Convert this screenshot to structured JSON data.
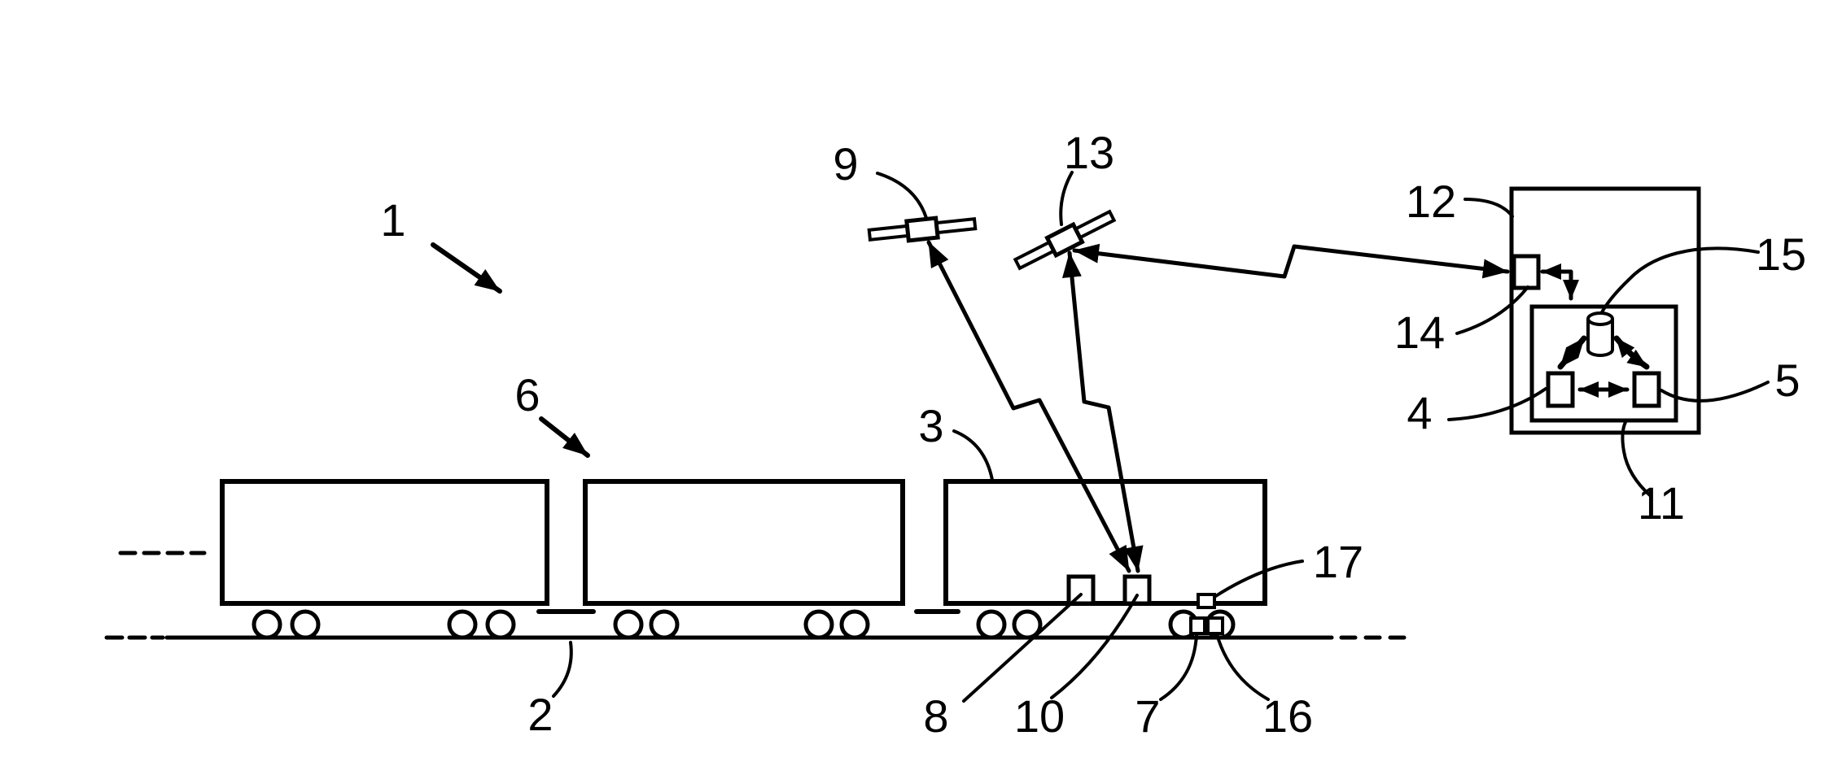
{
  "figure": {
    "colors": {
      "background": "#ffffff",
      "ink": "#000000"
    },
    "labels": {
      "l1": "1",
      "l2": "2",
      "l3": "3",
      "l4": "4",
      "l5": "5",
      "l6": "6",
      "l7": "7",
      "l8": "8",
      "l9": "9",
      "l10": "10",
      "l11": "11",
      "l12": "12",
      "l13": "13",
      "l14": "14",
      "l15": "15",
      "l16": "16",
      "l17": "17"
    },
    "icons": {
      "satellite_9": "satellite-icon",
      "satellite_13": "satellite-icon",
      "database_15": "database-cylinder-icon",
      "radio_links": "zigzag-double-arrow-icon"
    }
  }
}
